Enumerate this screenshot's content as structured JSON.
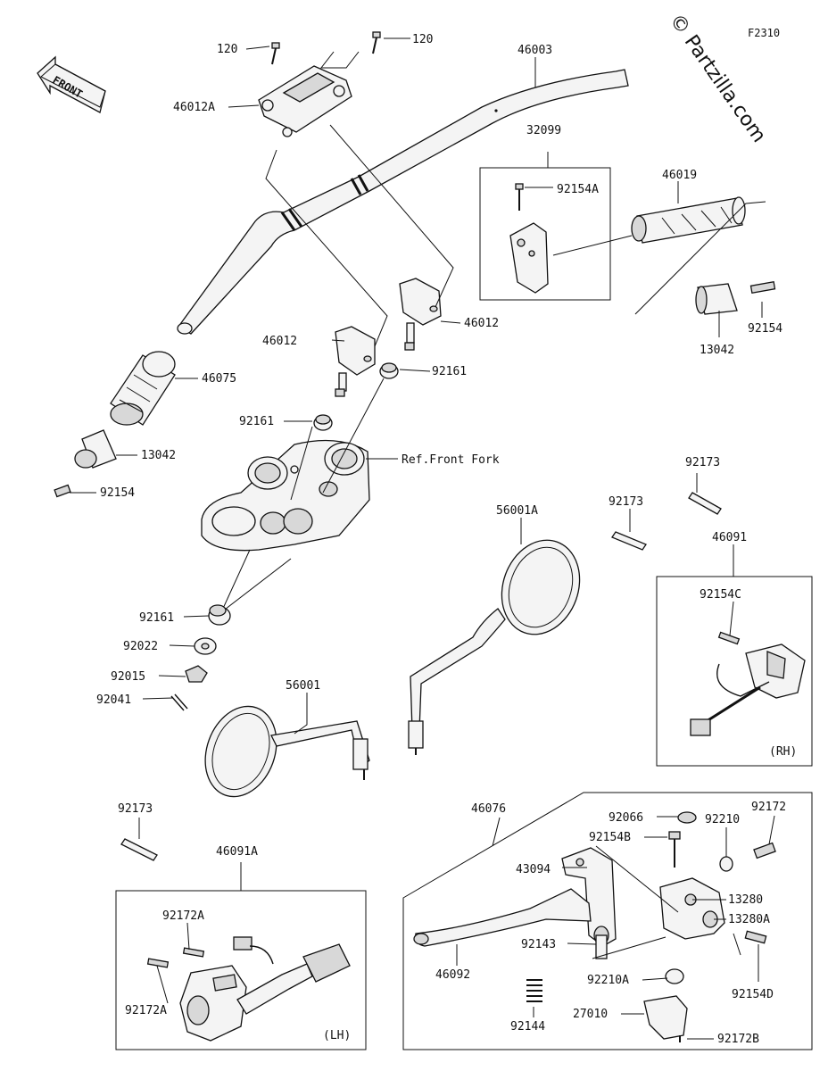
{
  "figure_code": "F2310",
  "watermark": "© Partzilla.com",
  "front_arrow_text": "FRONT",
  "ref_note": "Ref.Front Fork",
  "side_labels": {
    "rh": "(RH)",
    "lh": "(LH)"
  },
  "parts": {
    "p120_left": "120",
    "p120_right": "120",
    "p46012A": "46012A",
    "p46003": "46003",
    "p32099": "32099",
    "p92154A": "92154A",
    "p46019": "46019",
    "p92154_right": "92154",
    "p13042_right": "13042",
    "p46012_right": "46012",
    "p46012_left": "46012",
    "p92161_a": "92161",
    "p92161_b": "92161",
    "p46075": "46075",
    "p13042_left": "13042",
    "p92154_left": "92154",
    "p92173_right": "92173",
    "p92173_mid": "92173",
    "p56001A": "56001A",
    "p46091": "46091",
    "p92154C": "92154C",
    "p92161_c": "92161",
    "p92022": "92022",
    "p92015": "92015",
    "p92041": "92041",
    "p56001": "56001",
    "p92173_left": "92173",
    "p46091A": "46091A",
    "p92172A_a": "92172A",
    "p92172A_b": "92172A",
    "p46076": "46076",
    "p43094": "43094",
    "p46092": "46092",
    "p92143": "92143",
    "p92144": "92144",
    "p92066": "92066",
    "p92154B": "92154B",
    "p92210": "92210",
    "p92172": "92172",
    "p13280": "13280",
    "p13280A": "13280A",
    "p92154D": "92154D",
    "p92210A": "92210A",
    "p27010": "27010",
    "p92172B": "92172B"
  }
}
